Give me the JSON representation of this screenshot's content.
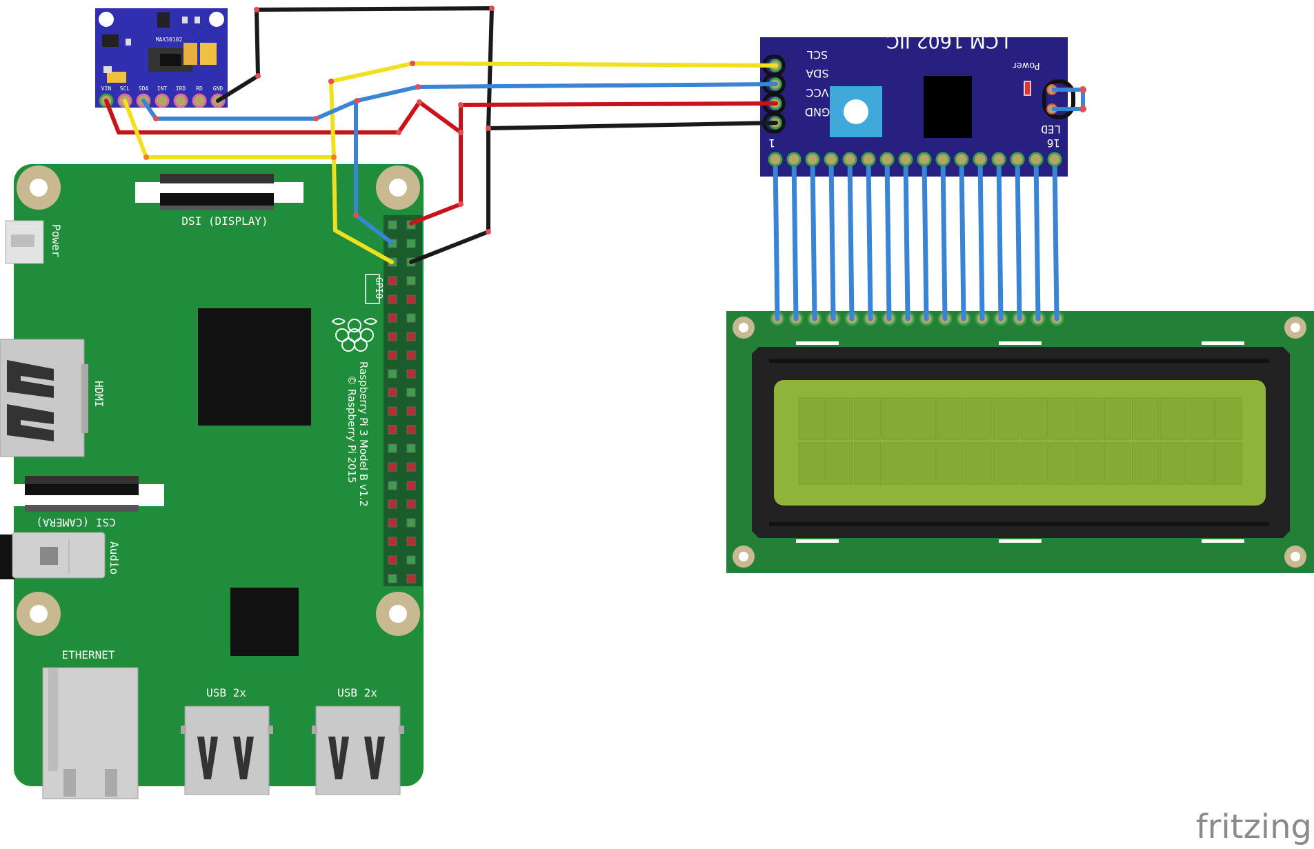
{
  "sensor": {
    "chip_label": "MAX30102",
    "pins": [
      "VIN",
      "SCL",
      "SDA",
      "INT",
      "IRD",
      "RD",
      "GND"
    ]
  },
  "rpi": {
    "dsi_label": "DSI (DISPLAY)",
    "power_label": "Power",
    "hdmi_label": "HDMI",
    "csi_label": "CSI (CAMERA)",
    "audio_label": "Audio",
    "gpio_label": "GPIO",
    "model_label": "Raspberry Pi 3 Model B v1.2",
    "copyright_label": "© Raspberry Pi 2015",
    "ethernet_label": "ETHERNET",
    "usb1_label": "USB 2x",
    "usb2_label": "USB 2x"
  },
  "i2c_board": {
    "title": "LCM 1602 IIC",
    "power_label": "Power",
    "led_label": "LED",
    "pins": [
      "SCL",
      "SDA",
      "VCC",
      "GND"
    ],
    "pin_first": "1",
    "pin_last": "16"
  },
  "footer": {
    "brand": "fritzing"
  },
  "colors": {
    "rpi_board": "#1f8d3a",
    "lcd_board": "#238137",
    "lcd_screen": "#8fb43a",
    "i2c_board": "#262180",
    "sensor_board": "#2f2fb0",
    "wire_red": "#c8131a",
    "wire_black": "#1a1a1a",
    "wire_yellow": "#f0e020",
    "wire_blue": "#3a84d6"
  }
}
